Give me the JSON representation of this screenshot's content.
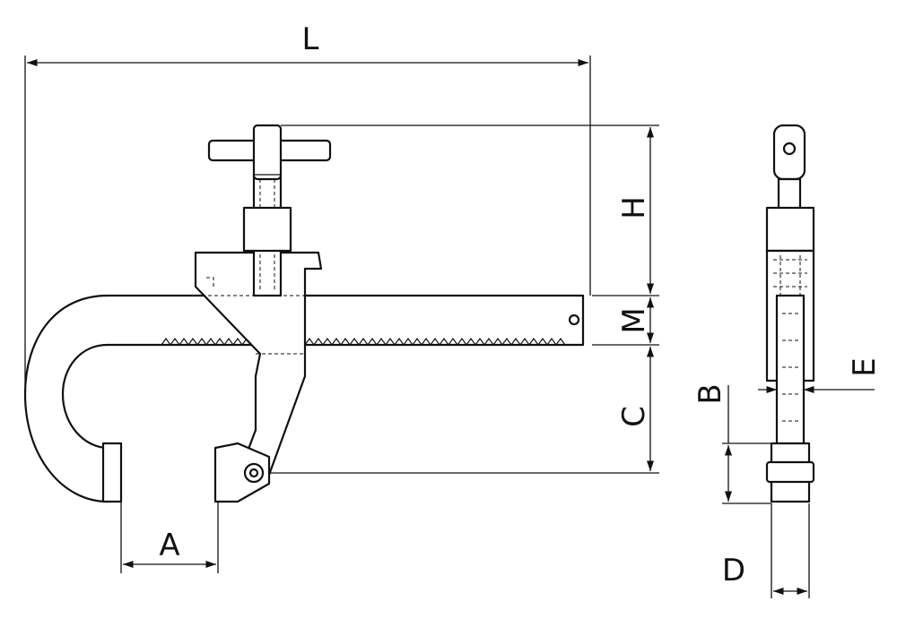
{
  "drawing": {
    "labels": {
      "L": "L",
      "H": "H",
      "M": "M",
      "C": "C",
      "A": "A",
      "B": "B",
      "D": "D",
      "E": "E"
    },
    "line_color": "#111111",
    "background": "#ffffff"
  }
}
